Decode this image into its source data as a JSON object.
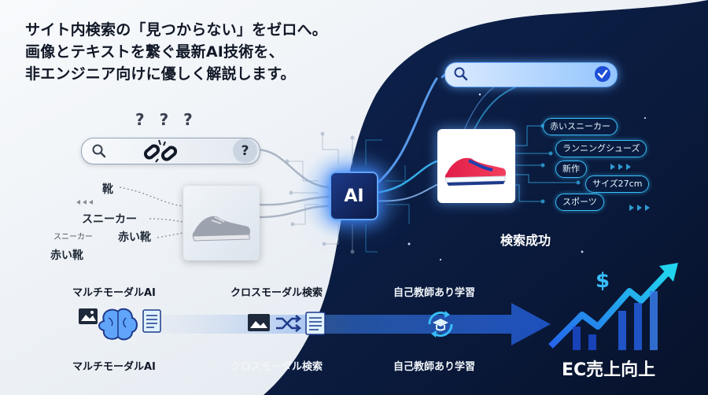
{
  "headline": {
    "line1": "サイト内検索の「見つからない」をゼロへ。",
    "line2": "画像とテキストを繋ぐ最新AI技術を、",
    "line3": "非エンジニア向けに優しく解説します。"
  },
  "left_search": {
    "icon": "search-icon",
    "help_icon": "question-icon",
    "broken_icon": "broken-link-icon",
    "question_marks": "? ? ?"
  },
  "keywords": {
    "k1": "靴",
    "k2": "スニーカー",
    "k3": "スニーカー",
    "k4": "赤い靴",
    "k5": "赤い靴"
  },
  "ai_chip": {
    "label": "AI"
  },
  "right_search": {
    "icon": "search-icon",
    "check_icon": "check-circle-icon"
  },
  "tags": [
    "赤いスニーカー",
    "ランニングシューズ",
    "新作",
    "サイズ27cm",
    "スポーツ"
  ],
  "success_label": "検索成功",
  "top_labels": {
    "multimodal": "マルチモーダルAI",
    "crossmodal": "クロスモーダル検索",
    "selfsup": "自己教師あり学習"
  },
  "bottom_labels": {
    "multimodal": "マルチモーダルAI",
    "crossmodal": "クロスモーダル検索",
    "selfsup": "自己教師あり学習"
  },
  "ec_label": "EC売上向上",
  "icons": {
    "brain": "brain-icon",
    "image": "image-icon",
    "document": "document-icon",
    "shuffle": "shuffle-icon",
    "cycle": "cycle-graduation-icon",
    "growth": "growth-arrow-icon",
    "dollar": "dollar-icon"
  },
  "colors": {
    "dark_bg": "#0b1a3a",
    "light_bg": "#eef2f6",
    "accent": "#38bdf8",
    "glow": "#3b82f6",
    "shoe_red": "#e11d48",
    "shoe_blue": "#1e40af"
  }
}
